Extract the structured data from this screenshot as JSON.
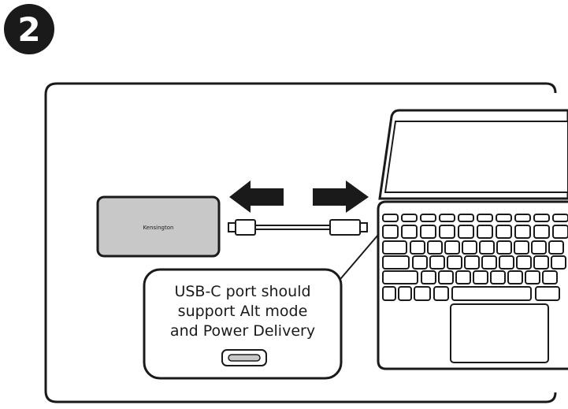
{
  "step": {
    "number": "2"
  },
  "device": {
    "brand": "Kensington"
  },
  "callout": {
    "lines": [
      "USB-C port should",
      "support Alt mode",
      "and Power Delivery"
    ]
  },
  "colors": {
    "ink": "#1a1a1a",
    "dock_fill": "#c8c8c8",
    "panel_fill": "#ffffff",
    "screen_fill": "#ffffff"
  },
  "icons": {
    "left_arrow": "arrow-left-icon",
    "right_arrow": "arrow-right-icon",
    "cable": "usb-c-cable-icon",
    "port": "usb-c-port-icon"
  }
}
